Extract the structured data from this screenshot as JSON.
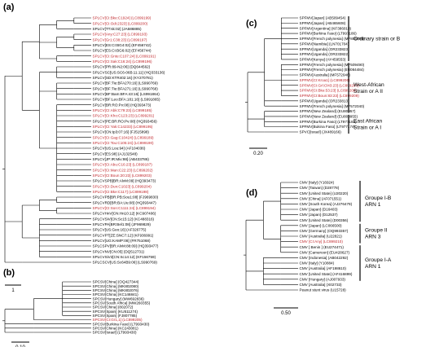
{
  "colors": {
    "default": "#000000",
    "highlight": "#c0282d"
  },
  "panels": [
    {
      "id": "a",
      "label": "(a)",
      "scale_label": "1",
      "groups": [],
      "tree": {
        "c": [
          {
            "c": [
              {
                "c": [
                  {
                    "c": [
                      {
                        "c": [
                          {
                            "l": "SPLCV[CI:Bke:C1924] (LC899199)",
                            "h": true
                          },
                          {
                            "l": "SPLCV[CI:Odi:2323] (LC899200)",
                            "h": true
                          }
                        ]
                      },
                      {
                        "l": "SPLCV[TT:sk:02] (JA586885)"
                      }
                    ]
                  },
                  {
                    "c": [
                      {
                        "c": [
                          {
                            "l": "SPLCV[Any:C27:23] (LC899193)",
                            "h": true
                          },
                          {
                            "l": "SPLCV[Gr1:C38:23] (LC899197)",
                            "h": true
                          }
                        ]
                      },
                      {
                        "c": [
                          {
                            "l": "SPLCV[ES:CI:BG4:02] (EF456742)"
                          },
                          {
                            "l": "SPLCV[ES:CI:BG6:02] (EF456744)"
                          }
                        ]
                      }
                    ]
                  },
                  {
                    "c": [
                      {
                        "l": "SPLCV[CI:Gnte:C107:24] (LC899191)",
                        "h": true
                      },
                      {
                        "l": "SPLCV[CI:Sak:C16:24] (LC899196)",
                        "h": true
                      }
                    ]
                  }
                ]
              },
              {
                "c": [
                  {
                    "c": [
                      {
                        "l": "SPLCV[PR:89-N2:06] (DQ644562)"
                      },
                      {
                        "l": "SPLCVSC[US:SC6-06B:11:11] (HQ333136)"
                      },
                      {
                        "l": "SPLCV[SD:KTR402:16] (KY270781)"
                      }
                    ]
                  },
                  {
                    "c": [
                      {
                        "l": "SPLCV[BF:Tie:BFA270:16] (LS990769)"
                      },
                      {
                        "l": "SPLCV[BF:Tie:BFA271:16] (LS990768)"
                      },
                      {
                        "l": "SPLCV[BF:Bam:BFA:43:16] (LS991864)"
                      },
                      {
                        "l": "SPLCV[BF:Leo:BFA:181:16] (LS991865)"
                      }
                    ]
                  },
                  {
                    "c": [
                      {
                        "l": "SPLCV[BR:RO:Pv:08] (HQ393473)"
                      },
                      {
                        "l": "SPLCV[CI:Abk:C79:23] (LC899185)",
                        "h": true
                      },
                      {
                        "l": "SPLCV[CI:Kho:C123:23] (LC899201)",
                        "h": true
                      },
                      {
                        "l": "SPLCV[PE:BR:RO:Pv:08] (HQ393456)"
                      },
                      {
                        "l": "SPLCV[CI:Yak:C14233] (LC899195)",
                        "h": true
                      },
                      {
                        "l": "SPLCV[CN:Ip3:07:16] (FJ515898)"
                      },
                      {
                        "l": "SPLCV[CI:Gag:C10424] (LC899189)",
                        "h": true
                      },
                      {
                        "l": "SPLCV[CI:Tou:C105:24] (LC899190)",
                        "h": true
                      },
                      {
                        "l": "SPLCV[US:Lou:94] (AF104036)"
                      },
                      {
                        "l": "SPLCV[ES:98] (AJ132548)"
                      },
                      {
                        "l": "SPLCV[JP:IR:Miv:98] (AB433786)"
                      },
                      {
                        "l": "SPLCV[CI:Abu:C16:23] (LC899187)",
                        "h": true
                      },
                      {
                        "l": "SPLCV[CI:Man:C22:23] (LC899202)",
                        "h": true
                      },
                      {
                        "l": "SPLCV[CI:Boun:20:23] (LC899203)",
                        "h": true
                      },
                      {
                        "l": "SPLCVSPB[BR:AlvM:09] (HQ393473)"
                      },
                      {
                        "l": "SPLCV[CI:Dun:C1023] (LC899204)",
                        "h": true
                      },
                      {
                        "l": "SPLCV[CI:Bke:C117] (LC899198)",
                        "h": true
                      }
                    ]
                  }
                ]
              }
            ]
          },
          {
            "c": [
              {
                "c": [
                  {
                    "c": [
                      {
                        "l": "SPLCVPB[BR:PB:Sou1:08] (FJ969830)"
                      },
                      {
                        "l": "SPLCVRD[BR:BA:Uu:08] (HQ393447)"
                      }
                    ]
                  },
                  {
                    "c": [
                      {
                        "l": "SPLCV[CI:Son:C1111:24] (LC899194)",
                        "h": true
                      },
                      {
                        "l": "SPLCVHnV[CN:Hn10:12] (KC907406)"
                      }
                    ]
                  }
                ]
              },
              {
                "c": [
                  {
                    "l": "SPLCVSiV[CN:Sc15:12] (KC488316)"
                  },
                  {
                    "l": "SPLCVPA[BR:Bel1:08] (JF969829)"
                  },
                  {
                    "l": "SPLCV[US:Geo:16] (AF326775)"
                  },
                  {
                    "l": "SPLCVPT[ZE:SNC7:12] (KF936991)"
                  },
                  {
                    "l": "SPLCV[UG:KAMP:08] (FR751068)"
                  },
                  {
                    "l": "SPLCSPV[BR:AlvM:88:09] (HQ393477)"
                  },
                  {
                    "l": "SPLCVNV[CN:05] (DQ512731)"
                  },
                  {
                    "l": "SPLCVSiV2[CN:Sc14:12] (KF156759)"
                  }
                ]
              }
            ]
          },
          {
            "l": "SPLCSCV[US:Sc64B9:06] (LS990769)"
          }
        ]
      }
    },
    {
      "id": "b",
      "label": "(b)",
      "scale_label": "0.10",
      "groups": [],
      "tree": {
        "c": [
          {
            "c": [
              {
                "c": [
                  {
                    "l": "SPCSV[China] (OQ427344)"
                  },
                  {
                    "l": "SPCSV[China] (MK802080)"
                  },
                  {
                    "l": "SPCSV[China] (MK802076)"
                  },
                  {
                    "l": "SPCSV[China] (KC146841)"
                  },
                  {
                    "l": "SPCSV[Hungary] (MW692836)"
                  },
                  {
                    "l": "SPCSV[South Africa] (MW260355)"
                  },
                  {
                    "l": "SPCSV[China] (802072)"
                  },
                  {
                    "l": "SPCSV[Spain] (KU511274)"
                  },
                  {
                    "l": "SPCSV[Spain] (FJ807785)"
                  }
                ]
              },
              {
                "l": "SPCSV[CI:Gr1,1] (LC899205)",
                "h": true
              }
            ]
          },
          {
            "l": "SPCSV[Burkina Faso] (LT993430)"
          },
          {
            "l": "SPCSV[China] (KC243081)"
          },
          {
            "l": "SPCSV[Israel] (LT993430)"
          }
        ]
      }
    },
    {
      "id": "c",
      "label": "(c)",
      "scale_label": "0.20",
      "groups": [
        {
          "text": [
            "Ordinary strain or B"
          ],
          "from": 0,
          "to": 8
        },
        {
          "text": [
            "West-African",
            "Strain or A II"
          ],
          "from": 9,
          "to": 18
        },
        {
          "text": [
            "East African",
            "Strain or A I"
          ],
          "from": 19,
          "to": 22
        }
      ],
      "tree": {
        "c": [
          {
            "c": [
              {
                "c": [
                  {
                    "l": "SPFMV[Japan] (AB509454)"
                  },
                  {
                    "l": "SPFMV[Japan] (AB465608)"
                  },
                  {
                    "l": "SPFMV[Argentina] (KF386013)"
                  },
                  {
                    "l": "SPFMV[Burkina Faso] (LT997186)"
                  },
                  {
                    "l": "SPFMV[French polynesia] (MF805485)"
                  },
                  {
                    "l": "SPFMV[Namibia] (LN701704)"
                  },
                  {
                    "l": "SPFMV[Uganda] (OR233823)"
                  },
                  {
                    "l": "SPFMV[Uganda] (OR233822)"
                  },
                  {
                    "l": "SPFMV[Kenya] (AY459553)"
                  }
                ]
              },
              {
                "c": [
                  {
                    "l": "SPFMV[French polynesia] (MF509490)"
                  },
                  {
                    "l": "SPFMV[French polynesia] (EU084484)"
                  },
                  {
                    "l": "SPFMV[Australia] (MF572046)"
                  },
                  {
                    "l": "SPFMV[CI:Kroa1] (LC899206)",
                    "h": true
                  },
                  {
                    "l": "SPFMV[CI:Grl:Cl43:23] (LC899207)",
                    "h": true
                  },
                  {
                    "l": "SPFMV[CI:Bke:53:23] (LC899208)",
                    "h": true
                  },
                  {
                    "l": "SPFMV[CI:Boun:83:23] (LC899209)",
                    "h": true
                  }
                ]
              },
              {
                "l": "SPFMV[Uganda] (OR233813)"
              },
              {
                "l": "SPFMV[French polynesia] (MF572040)"
              }
            ]
          },
          {
            "c": [
              {
                "l": "SPFMV[New Zealand] (EU80957)"
              },
              {
                "l": "SPFMV[New Zealand] (EU809955)"
              },
              {
                "l": "SPFMV[Burkina Faso] (LT977182)"
              },
              {
                "l": "SPFMV[Bukina Faso] (LT977174)"
              }
            ]
          },
          {
            "l": "SPVC[Israel] (JX489166)"
          }
        ]
      }
    },
    {
      "id": "d",
      "label": "(d)",
      "scale_label": "0.50",
      "groups": [
        {
          "text": [
            "Groupe I-B",
            "ARN 1"
          ],
          "from": 0,
          "to": 7
        },
        {
          "text": [
            "Groupe II",
            "ARN 3"
          ],
          "from": 8,
          "to": 11
        },
        {
          "text": [
            "Groupe I-A",
            "ARN 1"
          ],
          "from": 12,
          "to": 18
        }
      ],
      "tree": {
        "c": [
          {
            "c": [
              {
                "c": [
                  {
                    "l": "CMV [Italy] (Y16924)"
                  },
                  {
                    "l": "CMV [Taiwan] (D28778)"
                  },
                  {
                    "l": "CMV [United State] (U20220)"
                  },
                  {
                    "l": "CMV [China] (AF071551)"
                  },
                  {
                    "l": "CMV [South Korea] (AJ276479)"
                  },
                  {
                    "l": "CMV [Japan] (D16403)"
                  },
                  {
                    "l": "CMV [Japan] (D12537)"
                  },
                  {
                    "l": "CMV [United State] (D00356)"
                  }
                ]
              },
              {
                "c": [
                  {
                    "l": "CMV [Japan] (LC066500)"
                  },
                  {
                    "l": "CMV [Germany] (OQ993357)"
                  },
                  {
                    "l": "CMV [Australia] (U22821)"
                  },
                  {
                    "l": "CMV [CI:Any] (LC899210)",
                    "h": true
                  },
                  {
                    "l": "CMV [ Benin ] (EU274471)"
                  },
                  {
                    "l": "CMV [Cameroon] (EU428627)"
                  }
                ]
              }
            ]
          },
          {
            "c": [
              {
                "l": "CMV [Indonesia] (AB042292)"
              },
              {
                "l": "CMV [Italy] (Y10884)"
              },
              {
                "l": "CMV [Australia] (AF198610)"
              },
              {
                "l": "CMV [United State] (AF416899)"
              },
              {
                "l": "CMV [Hungary] (AJ007933)"
              },
              {
                "l": "CMV [Australia] (X02733)"
              }
            ]
          },
          {
            "l": "Peanut stunt virus (U15728)"
          }
        ]
      }
    }
  ]
}
